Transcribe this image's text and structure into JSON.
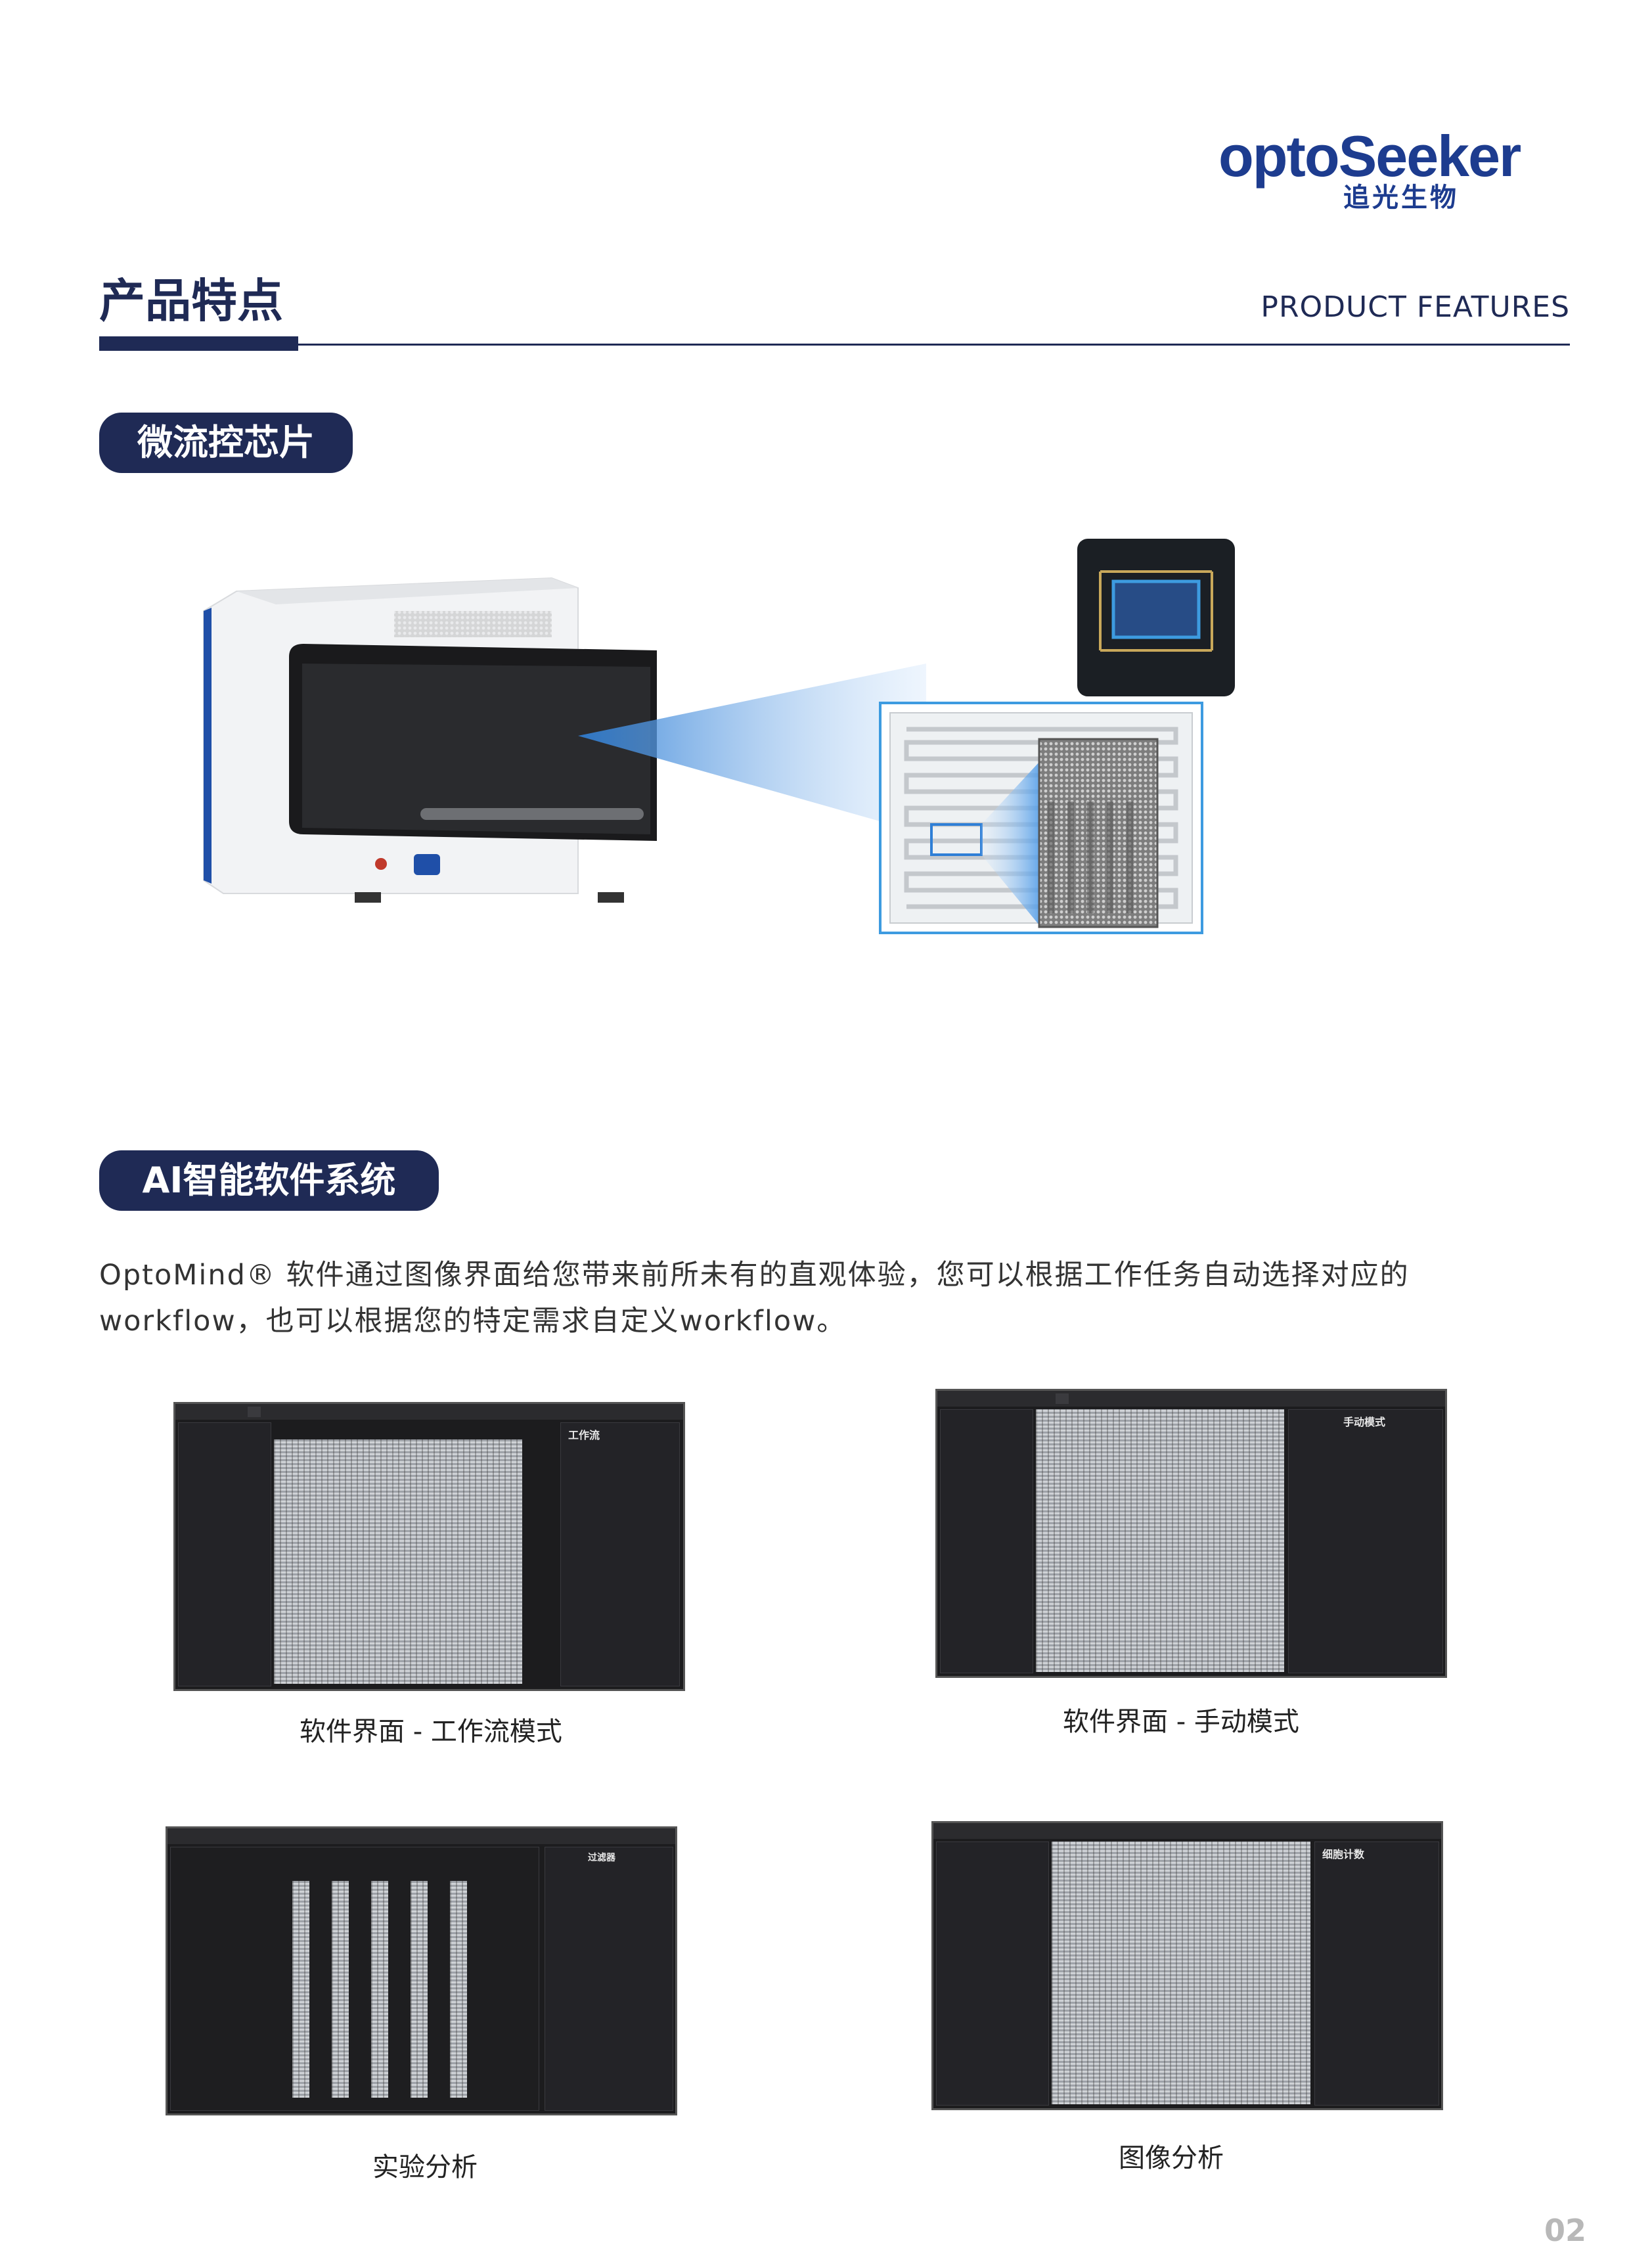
{
  "logo": {
    "main": "optoSeeker",
    "sub": "追光生物"
  },
  "header": {
    "title_cn": "产品特点",
    "title_en": "PRODUCT FEATURES"
  },
  "sections": {
    "microfluidic": {
      "label": "微流控芯片"
    },
    "software": {
      "label": "AI智能软件系统",
      "description": "OptoMind® 软件通过图像界面给您带来前所未有的直观体验，您可以根据工作任务自动选择对应的workflow，也可以根据您的特定需求自定义workflow。"
    }
  },
  "screenshots": [
    {
      "caption": "软件界面 - 工作流模式",
      "panel_title": "工作流"
    },
    {
      "caption": "软件界面 - 手动模式",
      "panel_title": "手动模式"
    },
    {
      "caption": "实验分析",
      "panel_title": "过滤器"
    },
    {
      "caption": "图像分析",
      "panel_title": "细胞计数"
    }
  ],
  "page_number": "02",
  "colors": {
    "navy": "#1f2a55",
    "brand_blue": "#1d3c8f",
    "chip_frame": "#3d9be0"
  }
}
